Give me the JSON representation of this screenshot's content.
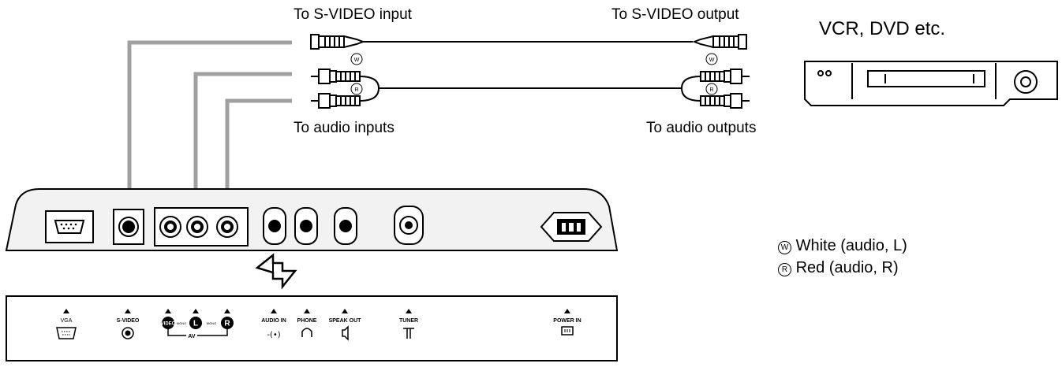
{
  "labels": {
    "svideo_input": "To S-VIDEO input",
    "svideo_output": "To S-VIDEO output",
    "device": "VCR, DVD etc.",
    "audio_inputs": "To audio inputs",
    "audio_outputs": "To audio outputs"
  },
  "plug_marks": {
    "white": "W",
    "red": "R"
  },
  "legend": [
    {
      "symbol": "W",
      "text": "White (audio, L)"
    },
    {
      "symbol": "R",
      "text": "Red (audio, R)"
    }
  ],
  "panel_labels": {
    "vga": "VGA",
    "svideo": "S-VIDEO",
    "video": "VIDEO",
    "left": "L",
    "right": "R",
    "av": "AV",
    "mono": "MONO",
    "audio_in": "AUDIO IN",
    "phone": "PHONE",
    "speak_out": "SPEAK OUT",
    "tuner": "TUNER",
    "power_in": "POWER IN"
  },
  "colors": {
    "arrow_line": "#a0a0a0",
    "panel_fill": "#f2f2f2",
    "ink": "#000000"
  }
}
